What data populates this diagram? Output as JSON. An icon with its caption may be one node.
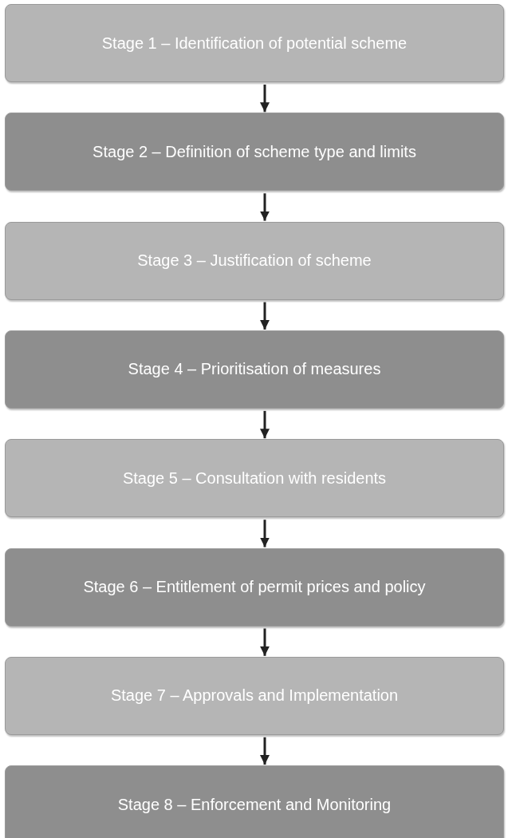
{
  "diagram": {
    "nodes": [
      {
        "text": [
          "Stage 1 – Identification of potential scheme"
        ]
      },
      {
        "text": [
          "Stage 2 – Definition of scheme type and limits"
        ]
      },
      {
        "text": [
          "Stage 3 – Justification of scheme"
        ]
      },
      {
        "text": [
          "Stage 4 – Prioritisation of measures"
        ]
      },
      {
        "text": [
          "Stage 5 – Consultation with residents"
        ]
      },
      {
        "text": [
          "Stage 6 – Entitlement of permit prices and policy"
        ]
      },
      {
        "text": [
          "Stage 7 – Approvals and Implementation"
        ]
      },
      {
        "text": [
          "Stage 8 – Enforcement and Monitoring"
        ]
      }
    ],
    "edges": [
      {
        "from": 0,
        "to": 1,
        "arrow": "to"
      },
      {
        "from": 1,
        "to": 2,
        "arrow": "to"
      },
      {
        "from": 2,
        "to": 3,
        "arrow": "to"
      },
      {
        "from": 3,
        "to": 4,
        "arrow": "to"
      },
      {
        "from": 4,
        "to": 5,
        "arrow": "to"
      },
      {
        "from": 5,
        "to": 6,
        "arrow": "to"
      },
      {
        "from": 6,
        "to": 7,
        "arrow": "to"
      }
    ]
  }
}
